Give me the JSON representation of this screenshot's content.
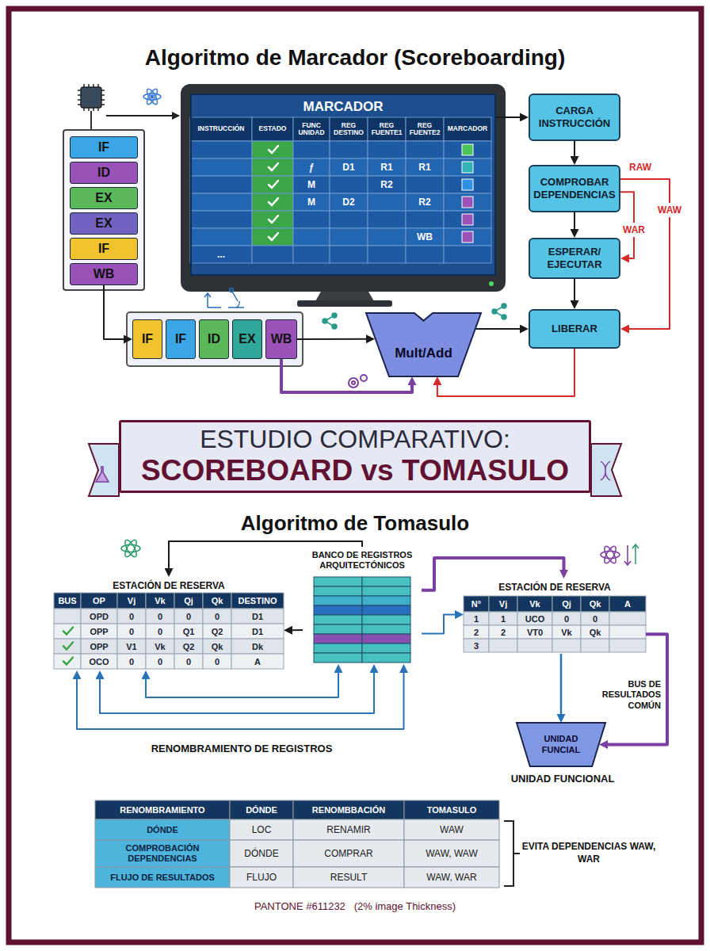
{
  "diagram": {
    "title": "Algoritmo de Marcador (Scoreboarding)",
    "caption": "PANTONE #611232   (2% image Thickness)",
    "nodes": [
      {
        "text": [
          "IF"
        ]
      },
      {
        "text": [
          "ID"
        ]
      },
      {
        "text": [
          "EX"
        ]
      },
      {
        "text": [
          "EX"
        ]
      },
      {
        "text": [
          "IF"
        ]
      },
      {
        "text": [
          "WB"
        ]
      },
      {
        "text": [
          "MARCADOR"
        ]
      },
      {
        "text": [
          "CARGA INSTRUCCIÓN"
        ]
      },
      {
        "text": [
          "COMPROBAR DEPENDENCIAS"
        ]
      },
      {
        "text": [
          "ESPERAR/ EJECUTAR"
        ]
      },
      {
        "text": [
          "LIBERAR"
        ]
      },
      {
        "text": [
          "IF"
        ]
      },
      {
        "text": [
          "IF"
        ]
      },
      {
        "text": [
          "ID"
        ]
      },
      {
        "text": [
          "EX"
        ]
      },
      {
        "text": [
          "WB"
        ]
      },
      {
        "text": [
          "Mult/Add"
        ]
      },
      {
        "text": [
          "ESTUDIO COMPARATIVO:",
          "SCOREBOARD vs TOMASULO"
        ]
      },
      {
        "text": [
          "ESTACIÓN DE RESERVA"
        ]
      },
      {
        "text": [
          "BANCO DE REGISTROS ARQUITECTÓNICOS"
        ]
      },
      {
        "text": [
          "ESTACIÓN DE RESERVA"
        ]
      },
      {
        "text": [
          "UNIDAD FUNCIAL"
        ]
      }
    ],
    "edges": [
      {
        "from": 6,
        "to": 7,
        "arrow": "to"
      },
      {
        "from": 7,
        "to": 8,
        "arrow": "to"
      },
      {
        "from": 8,
        "to": 9,
        "arrow": "to"
      },
      {
        "from": 9,
        "to": 10,
        "arrow": "to"
      },
      {
        "from": 8,
        "to": 9,
        "label": "WAR",
        "arrow": "to"
      },
      {
        "from": 8,
        "to": 10,
        "label": "WAW",
        "arrow": "to"
      },
      {
        "from": 10,
        "to": 16,
        "arrow": "to"
      },
      {
        "from": 16,
        "to": 10,
        "arrow": "to"
      },
      {
        "from": 5,
        "to": 11,
        "arrow": "to"
      },
      {
        "from": 15,
        "to": 16,
        "arrow": "to"
      },
      {
        "from": 15,
        "to": 16,
        "arrow": "to"
      },
      {
        "from": 19,
        "to": 18,
        "arrow": "to"
      },
      {
        "from": 19,
        "to": 18,
        "arrow": "to"
      },
      {
        "from": 19,
        "to": 20,
        "arrow": "to"
      },
      {
        "from": 19,
        "to": 20,
        "arrow": "to"
      },
      {
        "from": 18,
        "to": 19,
        "arrow": "both"
      },
      {
        "from": 18,
        "to": 19,
        "arrow": "both"
      },
      {
        "from": 18,
        "to": 19,
        "arrow": "both"
      },
      {
        "from": 20,
        "to": 21,
        "arrow": "to"
      },
      {
        "from": 20,
        "to": 21,
        "arrow": "to"
      }
    ],
    "labels": [
      "INSTRUCCIÓN",
      "ESTADO",
      "FUNC UNIDAD",
      "REG DESTINO",
      "REG FUENTE1",
      "REG FUENTE2",
      "MARCADOR",
      "ƒ",
      "D1",
      "R1",
      "R1",
      "M",
      "R2",
      "M",
      "D2",
      "R2",
      "WB",
      "...",
      "RAW",
      "Algoritmo de Tomasulo",
      "BUS",
      "OP",
      "Vj",
      "Vk",
      "Qj",
      "Qk",
      "DESTINO",
      "OPD",
      "0",
      "0",
      "0",
      "0",
      "D1",
      "OPP",
      "0",
      "0",
      "Q1",
      "Q2",
      "D1",
      "OPP",
      "V1",
      "Vk",
      "Q2",
      "Qk",
      "Dk",
      "OCO",
      "0",
      "0",
      "0",
      "0",
      "A",
      "N°",
      "Vj",
      "Vk",
      "Qj",
      "Qk",
      "A",
      "1",
      "1",
      "UCO",
      "0",
      "0",
      "2",
      "2",
      "VT0",
      "Vk",
      "Qk",
      "3",
      "BUS DE RESULTADOS COMÚN",
      "RENOMBRAMIENTO DE REGISTROS",
      "UNIDAD FUNCIONAL",
      "RENOMBRAMIENTO",
      "DÓNDE",
      "RENOMBBACIÓN",
      "TOMASULO",
      "DÓNDE",
      "LOC",
      "RENAMIR",
      "WAW",
      "COMPROBACIÓN DEPENDENCIAS",
      "DÓNDE",
      "COMPRAR",
      "WAW, WAW",
      "FLUJO DE RESULTADOS",
      "FLUJO",
      "RESULT",
      "WAW, WAR",
      "EVITA DEPENDENCIAS WAW, WAR"
    ]
  }
}
